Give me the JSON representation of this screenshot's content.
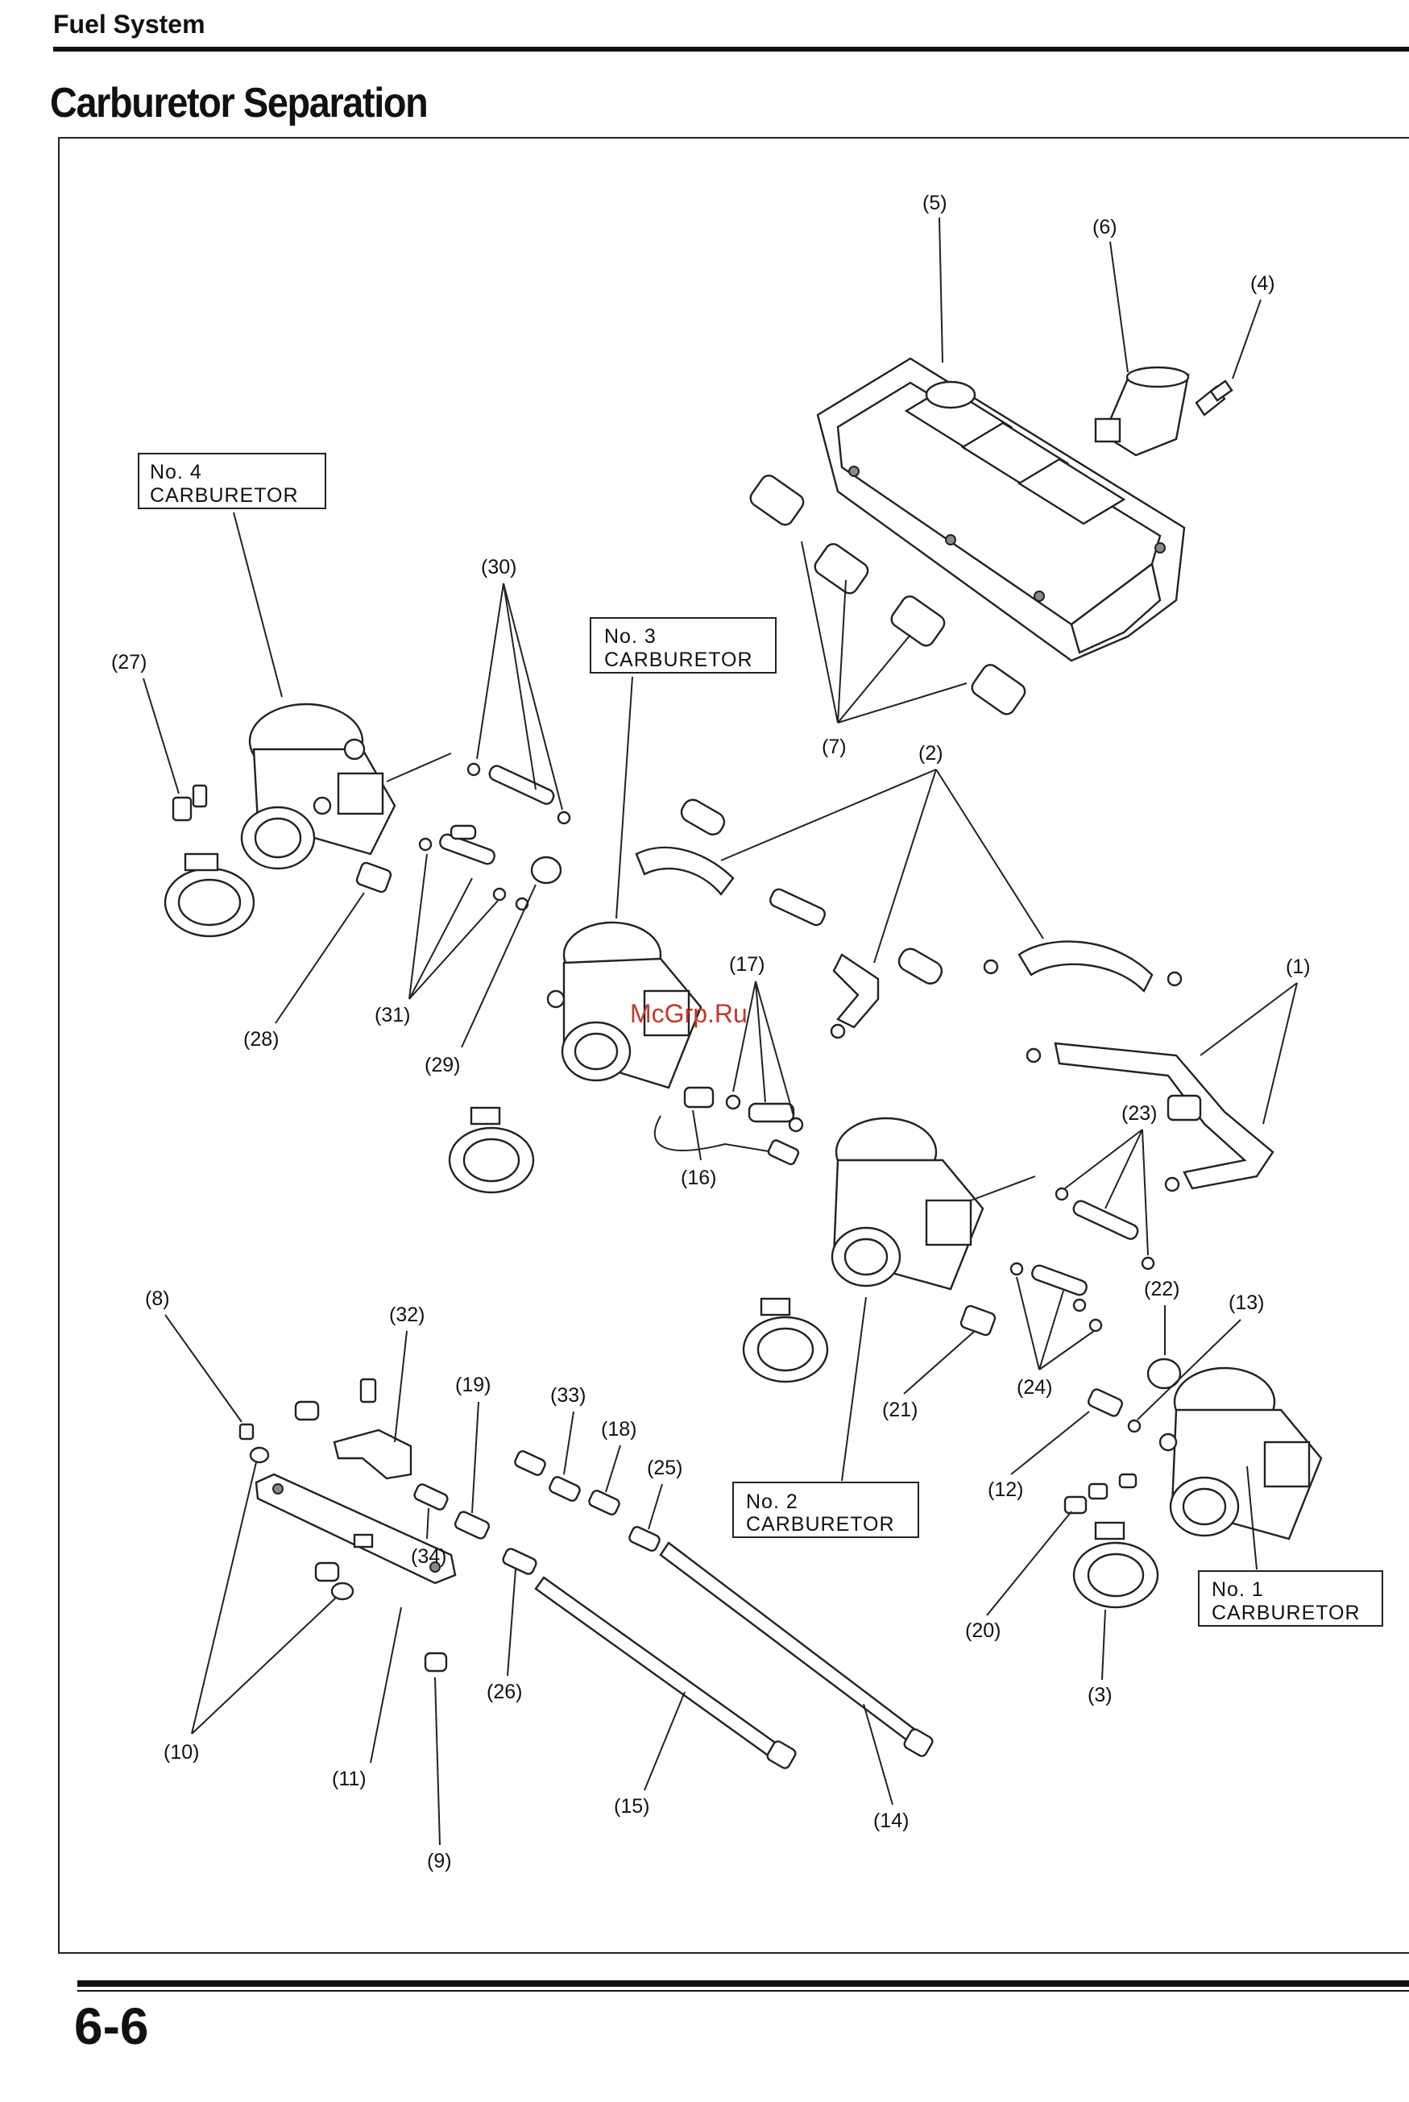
{
  "header": {
    "section": "Fuel System",
    "title": "Carburetor Separation"
  },
  "watermark": "McGrp.Ru",
  "footer": {
    "page_number": "6-6"
  },
  "boxed_labels": {
    "no4_line1": "No. 4",
    "no4_line2": "CARBURETOR",
    "no3_line1": "No. 3",
    "no3_line2": "CARBURETOR",
    "no2_line1": "No. 2",
    "no2_line2": "CARBURETOR",
    "no1_line1": "No. 1",
    "no1_line2": "CARBURETOR"
  },
  "callouts": {
    "c1": "(1)",
    "c2": "(2)",
    "c3": "(3)",
    "c4": "(4)",
    "c5": "(5)",
    "c6": "(6)",
    "c7": "(7)",
    "c8": "(8)",
    "c9": "(9)",
    "c10": "(10)",
    "c11": "(11)",
    "c12": "(12)",
    "c13": "(13)",
    "c14": "(14)",
    "c15": "(15)",
    "c16": "(16)",
    "c17": "(17)",
    "c18": "(18)",
    "c19": "(19)",
    "c20": "(20)",
    "c21": "(21)",
    "c22": "(22)",
    "c23": "(23)",
    "c24": "(24)",
    "c25": "(25)",
    "c26": "(26)",
    "c27": "(27)",
    "c28": "(28)",
    "c29": "(29)",
    "c30": "(30)",
    "c31": "(31)",
    "c32": "(32)",
    "c33": "(33)",
    "c34": "(34)"
  }
}
